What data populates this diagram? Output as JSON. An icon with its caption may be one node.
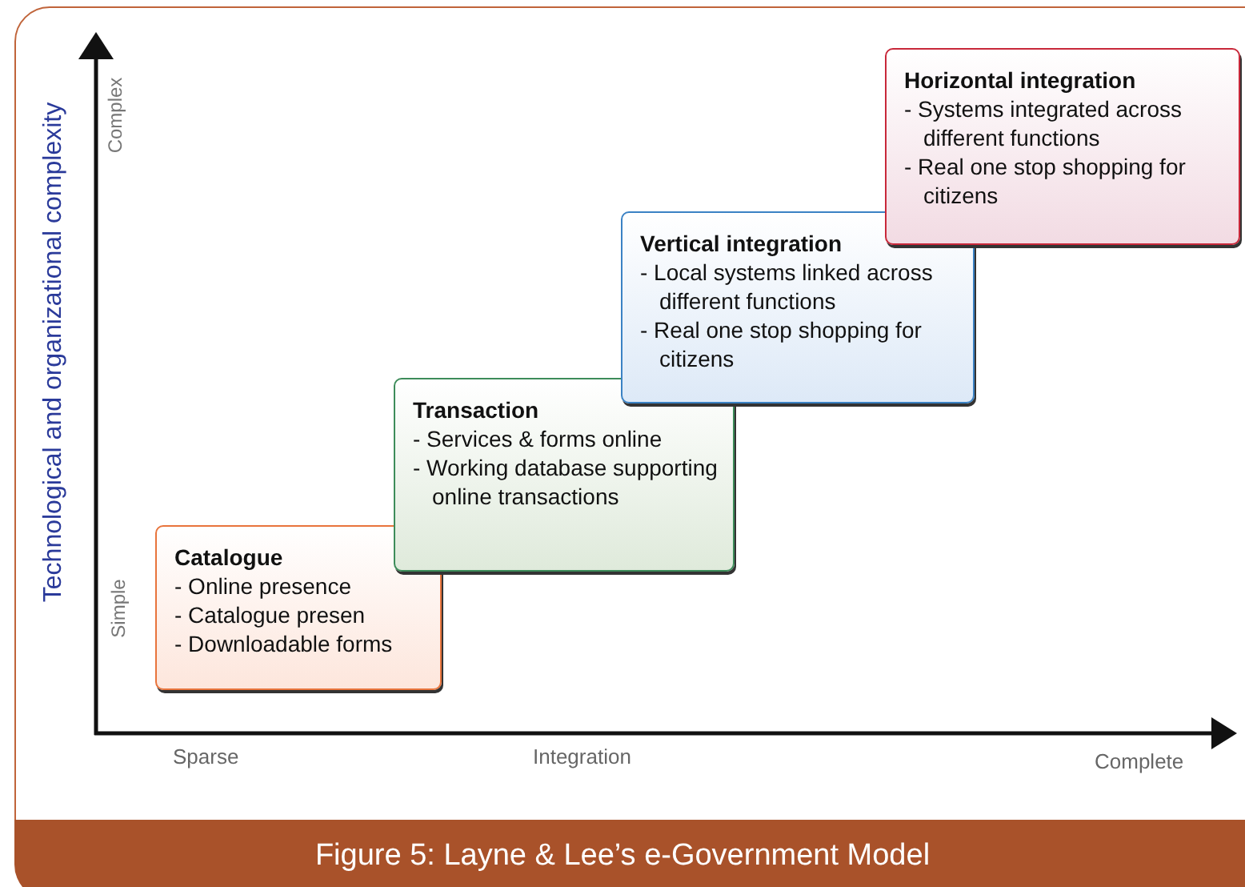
{
  "diagram": {
    "caption": "Figure 5: Layne & Lee’s e-Government Model",
    "nodes": [
      {
        "text": [
          "Catalogue",
          "- Online presence",
          "- Catalogue presen",
          "- Downloadable forms"
        ]
      },
      {
        "text": [
          "Transaction",
          "- Services & forms online",
          "- Working database supporting online transactions"
        ]
      },
      {
        "text": [
          "Vertical integration",
          "- Local systems linked across different functions",
          "- Real one stop shopping for citizens"
        ]
      },
      {
        "text": [
          "Horizontal integration",
          "- Systems integrated across different functions",
          "- Real one stop shopping for citizens"
        ]
      }
    ],
    "labels": [
      "Technological and organizational complexity",
      "Complex",
      "Simple",
      "Sparse",
      "Integration",
      "Complete"
    ]
  }
}
